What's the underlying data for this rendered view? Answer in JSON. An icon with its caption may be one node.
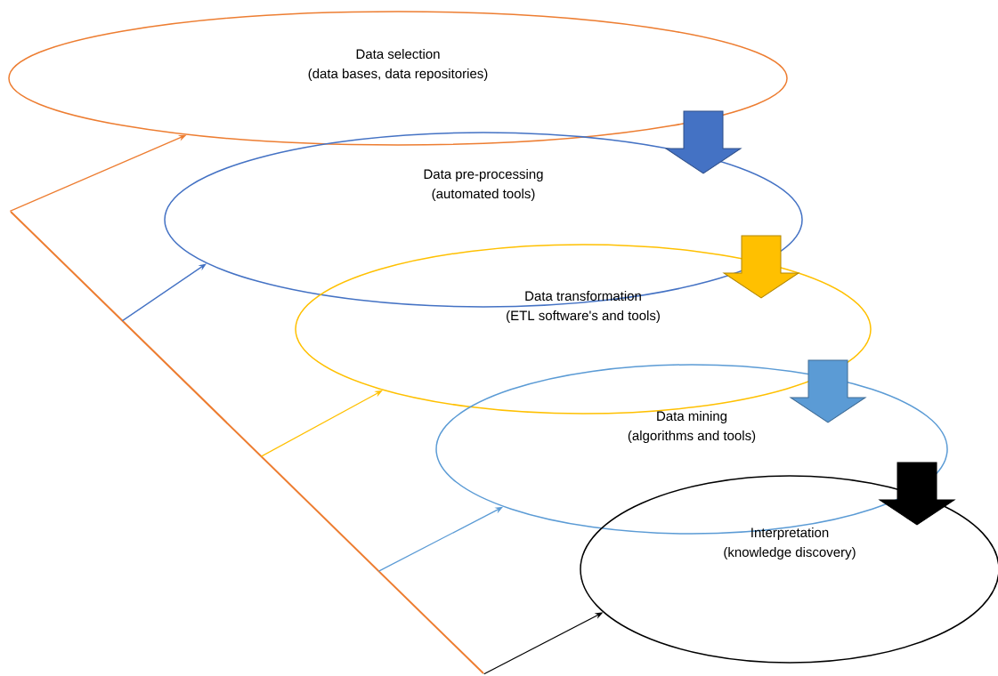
{
  "diagram": {
    "nodes": [
      {
        "text": [
          "Data selection",
          "(data bases, data repositories)"
        ]
      },
      {
        "text": [
          "Data pre-processing",
          "(automated tools)"
        ]
      },
      {
        "text": [
          "Data transformation",
          "(ETL software's and tools)"
        ]
      },
      {
        "text": [
          "Data mining",
          "(algorithms and tools)"
        ]
      },
      {
        "text": [
          "Interpretation",
          "(knowledge discovery)"
        ]
      },
      {
        "text": [],
        "shape": "line"
      }
    ],
    "edges": [
      {
        "from": 0,
        "to": 1,
        "arrow": "to",
        "style": "thick",
        "color": "#4472c4"
      },
      {
        "from": 1,
        "to": 2,
        "arrow": "to",
        "style": "thick",
        "color": "#ffc000"
      },
      {
        "from": 2,
        "to": 3,
        "arrow": "to",
        "style": "thick",
        "color": "#5b9bd5"
      },
      {
        "from": 3,
        "to": 4,
        "arrow": "to",
        "style": "thick",
        "color": "#000000"
      },
      {
        "from": 5,
        "to": 0,
        "arrow": "to",
        "color": "#ed7d31"
      },
      {
        "from": 5,
        "to": 1,
        "arrow": "to",
        "color": "#4472c4"
      },
      {
        "from": 5,
        "to": 2,
        "arrow": "to",
        "color": "#ffc000"
      },
      {
        "from": 5,
        "to": 3,
        "arrow": "to",
        "color": "#5b9bd5"
      },
      {
        "from": 5,
        "to": 4,
        "arrow": "to",
        "color": "#000000"
      }
    ]
  }
}
